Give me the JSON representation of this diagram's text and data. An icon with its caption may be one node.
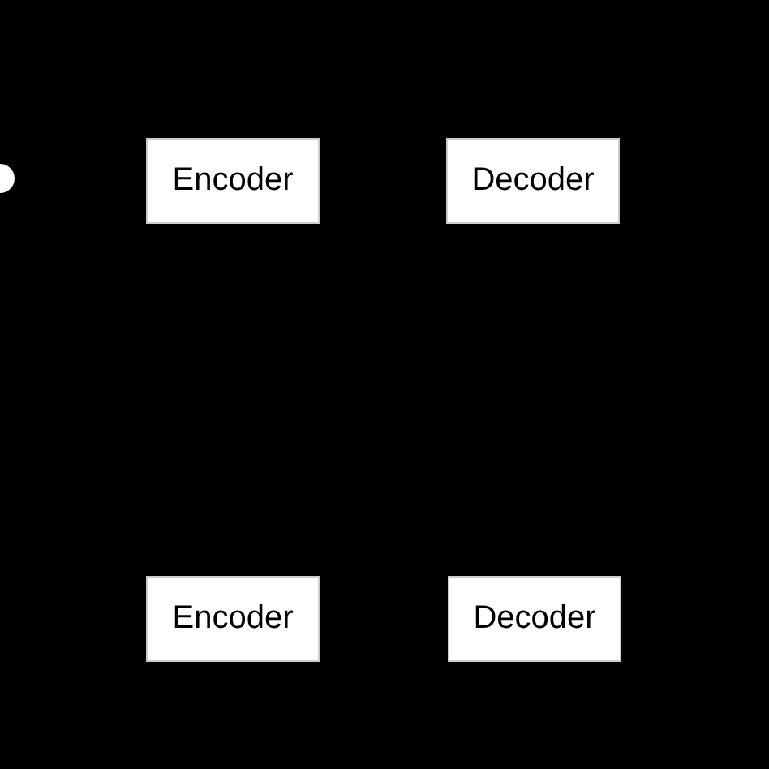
{
  "diagram": {
    "nodes": [
      {
        "text": [
          "Encoder"
        ]
      },
      {
        "text": [
          "Decoder"
        ]
      },
      {
        "text": [
          "Encoder"
        ]
      },
      {
        "text": [
          "Decoder"
        ]
      }
    ]
  }
}
